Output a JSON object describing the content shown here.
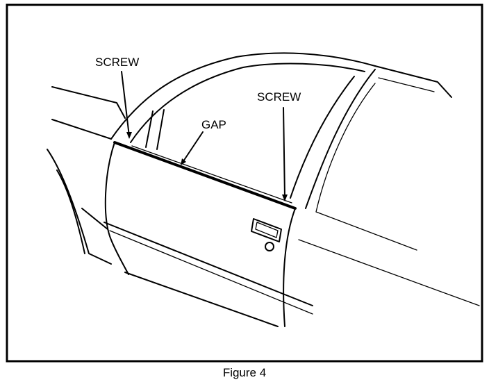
{
  "figure": {
    "labels": {
      "screw_left": "SCREW",
      "screw_right": "SCREW",
      "gap": "GAP"
    },
    "caption": "Figure 4"
  }
}
